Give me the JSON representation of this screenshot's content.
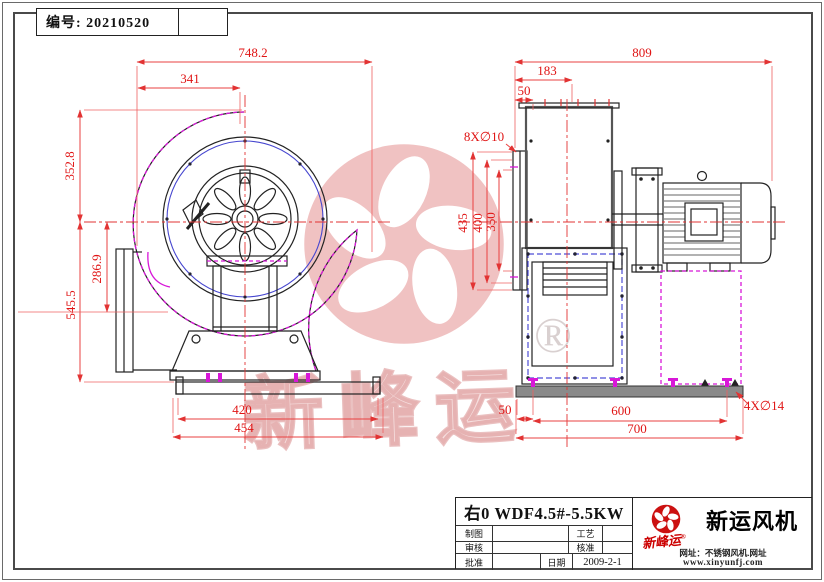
{
  "sheet": {
    "number_label": "编号: 20210520"
  },
  "watermarks": {
    "script": "新峰运",
    "registered": "®"
  },
  "left_view": {
    "dims": {
      "total_width": "748.2",
      "inner_width": "341",
      "top_height": "352.8",
      "mid_height": "286.9",
      "total_height": "545.5",
      "base_inner": "420",
      "base_outer": "454"
    }
  },
  "right_view": {
    "dims": {
      "total_length": "809",
      "duct_offset": "183",
      "top_offset": "50",
      "inlet_bolts": "8X∅10",
      "flange_outer": "435",
      "flange_bolt_circle": "400",
      "flange_inner": "350",
      "base_offset": "50",
      "bolt_spacing": "600",
      "base_length": "700",
      "base_bolts": "4X∅14"
    }
  },
  "title_block": {
    "model": "右0 WDF4.5#-5.5KW",
    "rows": [
      {
        "label_left": "制图",
        "value_left": "",
        "label_right": "工艺",
        "value_right": ""
      },
      {
        "label_left": "审核",
        "value_left": "",
        "label_right": "核准",
        "value_right": ""
      },
      {
        "label_left": "批准",
        "value_left": "",
        "label_right": "日期",
        "value_right": "2009-2-1"
      }
    ],
    "brand": {
      "script": "新峰运",
      "registered": "®",
      "company": "新运风机",
      "tagline": "网址：不锈钢风机.网址",
      "website": "www.xinyunfj.com"
    }
  },
  "colors": {
    "dimension_red": "#e01515",
    "accent_magenta": "#d817d8",
    "accent_blue": "#4646cf",
    "brand_red": "#cc1111",
    "watermark_pink": "#f0c2c2"
  }
}
